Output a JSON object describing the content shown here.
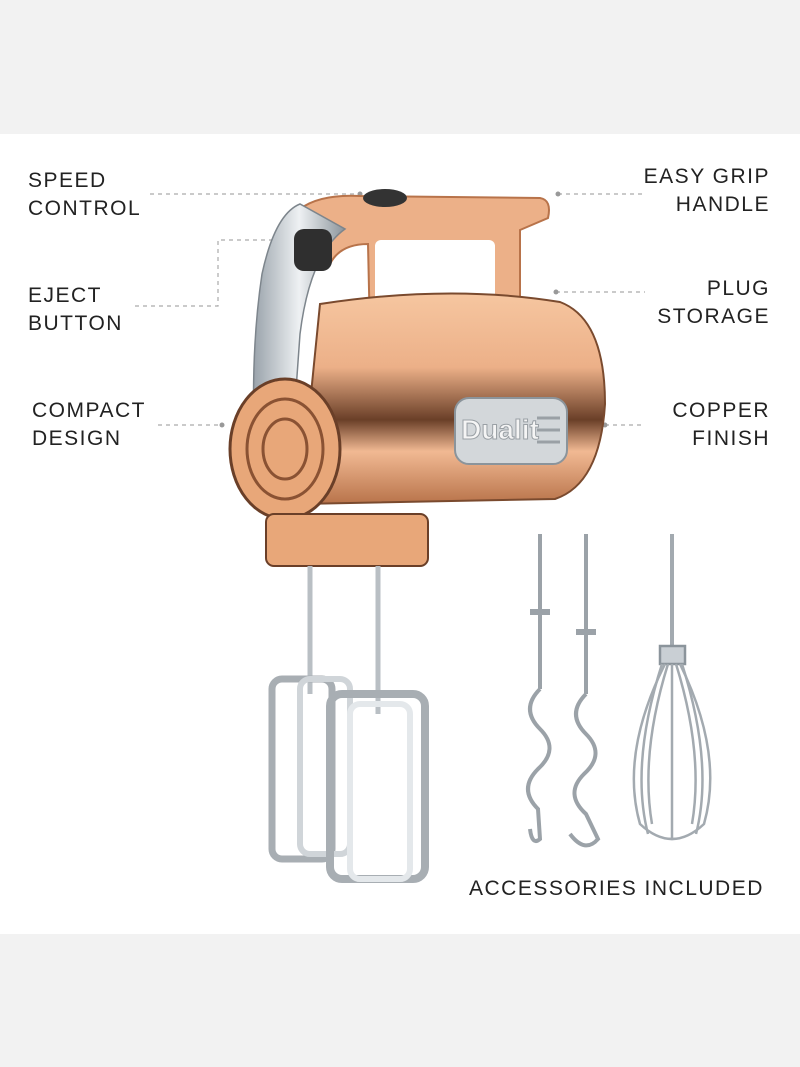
{
  "labels": {
    "speed_control": [
      "SPEED",
      "CONTROL"
    ],
    "eject_button": [
      "EJECT",
      "BUTTON"
    ],
    "compact_design": [
      "COMPACT",
      "DESIGN"
    ],
    "easy_grip_handle": [
      "EASY GRIP",
      "HANDLE"
    ],
    "plug_storage": [
      "PLUG",
      "STORAGE"
    ],
    "copper_finish": [
      "COPPER",
      "FINISH"
    ],
    "accessories": "ACCESSORIES INCLUDED"
  },
  "brand_text": "Dualit",
  "colors": {
    "background": "#f2f2f2",
    "panel": "#ffffff",
    "text": "#222222",
    "copper": "#e8a779",
    "chrome": "#c9cfd4",
    "leader_line": "#aaaaaa"
  }
}
